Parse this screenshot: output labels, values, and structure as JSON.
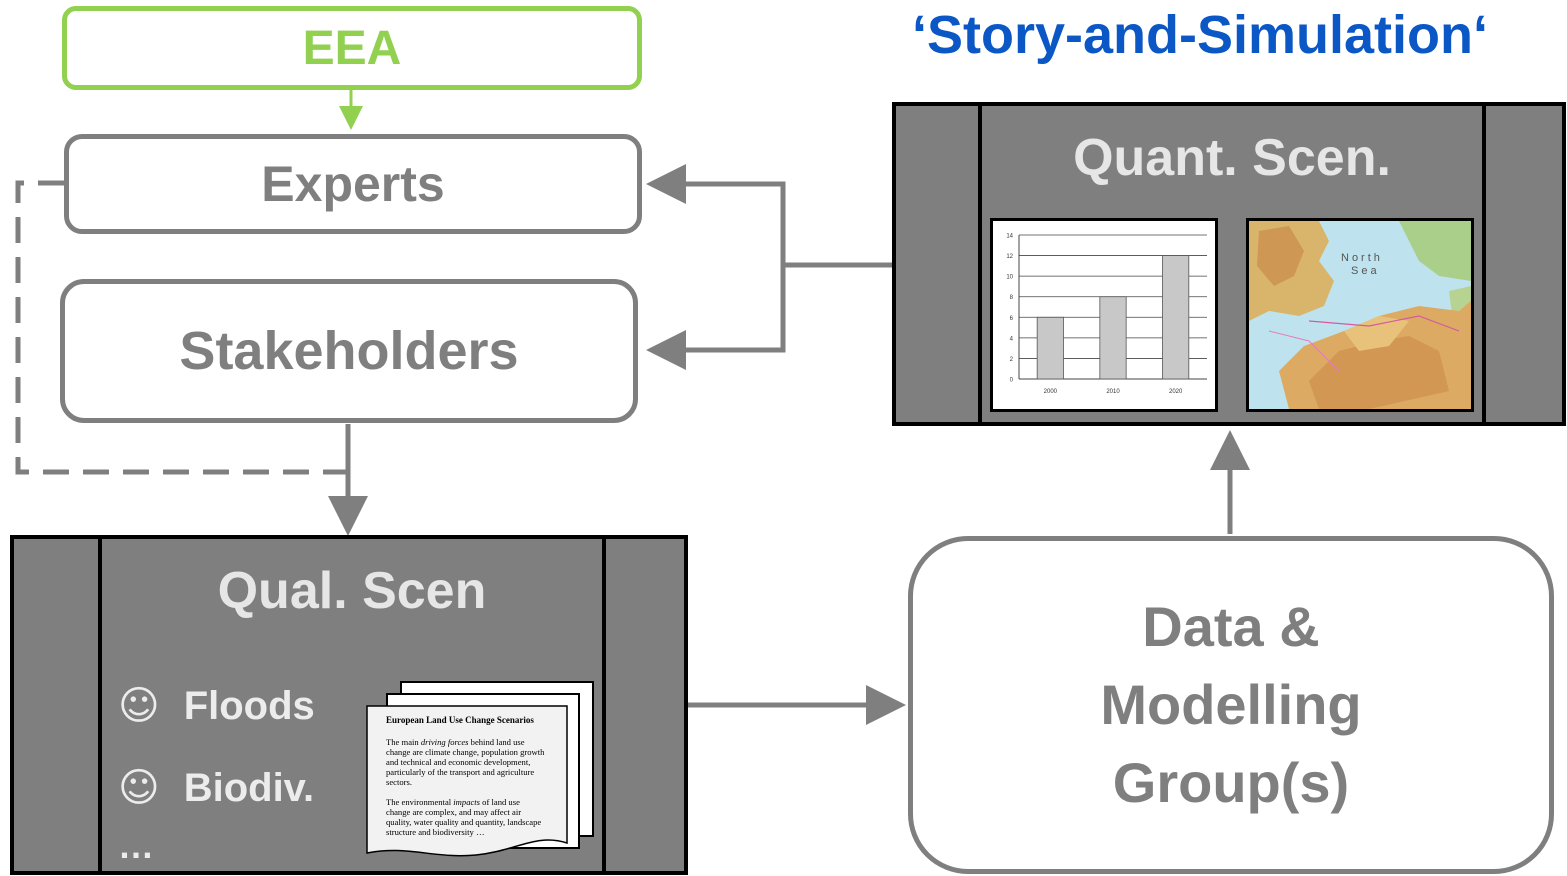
{
  "title": "‘Story-and-Simulation‘",
  "boxes": {
    "eea": "EEA",
    "experts": "Experts",
    "stakeholders": "Stakeholders",
    "data_modelling": [
      "Data &",
      "Modelling",
      "Group(s)"
    ]
  },
  "qual_panel": {
    "title": "Qual. Scen",
    "items": [
      {
        "icon": "smiley-icon",
        "glyph": "☺",
        "label": "Floods"
      },
      {
        "icon": "smiley-icon",
        "glyph": "☺",
        "label": "Biodiv."
      }
    ],
    "more": "…",
    "document": {
      "heading": "European Land Use Change Scenarios",
      "para1_pre": "The main ",
      "para1_em": "driving forces",
      "para1_post": " behind land use change are climate change, population growth and technical and economic development, particularly of the transport and agriculture sectors.",
      "para2_pre": "The environmental ",
      "para2_em": "impacts",
      "para2_post": " of land use change are complex, and may affect air quality, water quality and quantity, landscape structure and biodiversity …"
    }
  },
  "quant_panel": {
    "title": "Quant. Scen.",
    "map_label": [
      "North",
      "Sea"
    ]
  },
  "chart_data": {
    "type": "bar",
    "categories": [
      "2000",
      "2010",
      "2020"
    ],
    "values": [
      6,
      8,
      12
    ],
    "ylim": [
      0,
      14
    ],
    "yticks": [
      0,
      2,
      4,
      6,
      8,
      10,
      12,
      14
    ],
    "grid": true,
    "bar_color": "#c8c8c8"
  },
  "colors": {
    "grey": "#7f7f7f",
    "eea_green": "#92d050",
    "title_blue": "#0b57c6"
  }
}
